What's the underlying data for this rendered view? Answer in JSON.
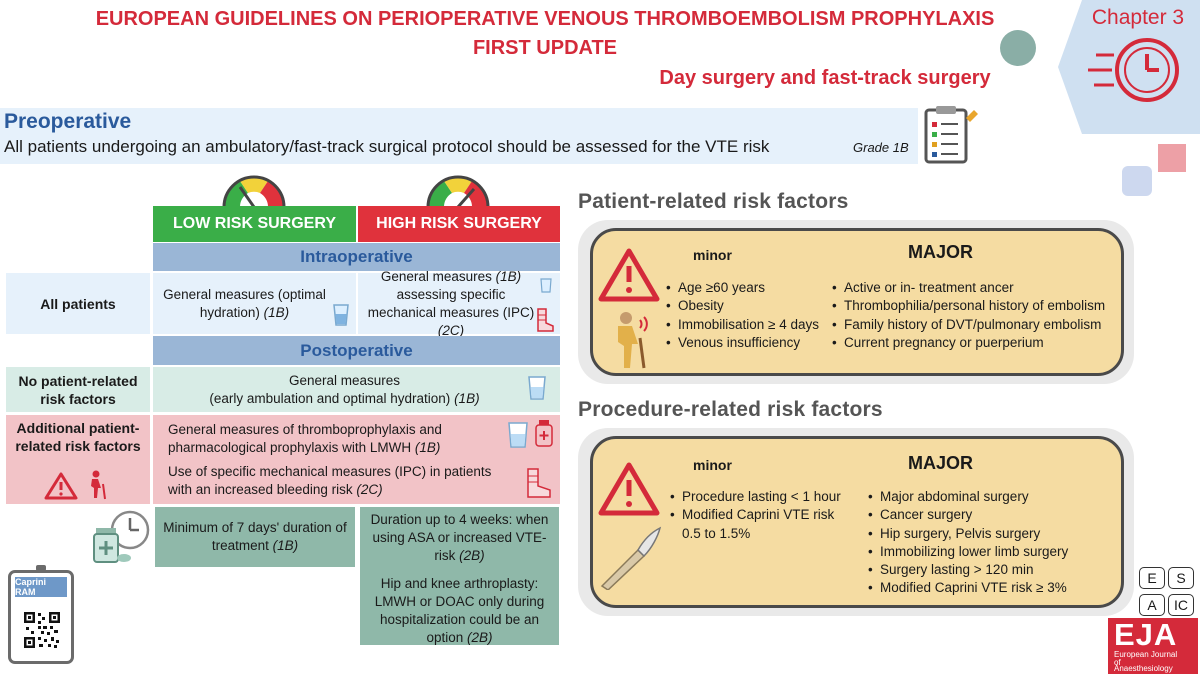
{
  "header": {
    "title_line1": "EUROPEAN GUIDELINES ON PERIOPERATIVE VENOUS THROMBOEMBOLISM PROPHYLAXIS",
    "title_line2": "FIRST UPDATE",
    "subtitle": "Day surgery and fast-track surgery",
    "chapter": "Chapter 3"
  },
  "preoperative": {
    "heading": "Preoperative",
    "statement": "All patients undergoing an ambulatory/fast-track surgical protocol should be assessed for the VTE risk",
    "grade": "Grade 1B"
  },
  "table": {
    "col_low": "LOW RISK SURGERY",
    "col_high": "HIGH RISK SURGERY",
    "intraoperative": "Intraoperative",
    "postoperative": "Postoperative",
    "rows": {
      "all_patients": "All patients",
      "no_risk": "No patient-related risk factors",
      "additional": "Additional patient-related risk factors"
    },
    "intra_low": {
      "text": "General measures (optimal hydration)",
      "grade": "(1B)"
    },
    "intra_high": {
      "text1": "General measures",
      "grade1": "(1B)",
      "text2": "assessing specific mechanical measures (IPC)",
      "grade2": "(2C)"
    },
    "post_none": {
      "text1": "General measures",
      "text2": "(early ambulation and optimal hydration)",
      "grade": "(1B)"
    },
    "post_add_1": {
      "text": "General measures of thromboprophylaxis and pharmacological prophylaxis with LMWH",
      "grade": "(1B)"
    },
    "post_add_2": {
      "text": "Use of specific mechanical measures (IPC) in patients with an increased bleeding risk",
      "grade": "(2C)"
    },
    "duration_low": {
      "text": "Minimum of 7 days' duration of treatment",
      "grade": "(1B)"
    },
    "duration_high_1": {
      "text": "Duration up to 4 weeks: when using ASA or increased VTE-risk",
      "grade": "(2B)"
    },
    "duration_high_2": {
      "text": "Hip and knee arthroplasty: LMWH or DOAC only during hospitalization could be an option",
      "grade": "(2B)"
    }
  },
  "caprini": {
    "label": "Caprini RAM"
  },
  "patient_factors": {
    "heading": "Patient-related risk factors",
    "minor_label": "minor",
    "major_label": "MAJOR",
    "minor": [
      "Age ≥60 years",
      "Obesity",
      "Immobilisation ≥ 4 days",
      "Venous insufficiency"
    ],
    "major": [
      "Active or in- treatment ancer",
      "Thrombophilia/personal history of embolism",
      "Family history of DVT/pulmonary embolism",
      "Current pregnancy or puerperium"
    ]
  },
  "procedure_factors": {
    "heading": "Procedure-related risk factors",
    "minor_label": "minor",
    "major_label": "MAJOR",
    "minor": [
      "Procedure lasting < 1 hour",
      "Modified Caprini VTE risk 0.5 to 1.5%"
    ],
    "major": [
      "Major abdominal surgery",
      "Cancer surgery",
      "Hip surgery, Pelvis surgery",
      "Immobilizing lower limb surgery",
      "Surgery lasting > 120 min",
      "Modified Caprini VTE risk ≥ 3%"
    ]
  },
  "logo": {
    "esac": [
      "E",
      "S",
      "A",
      "IC"
    ],
    "eja": "EJA",
    "eja_sub1": "European Journal",
    "eja_sub2": "of",
    "eja_sub3": "Anaesthesiology"
  },
  "colors": {
    "red": "#d42a3a",
    "blue_heading": "#2a5a9c",
    "low_risk_green": "#3aae48",
    "high_risk_red": "#e0323c",
    "panel_fill": "#f5dca2"
  }
}
